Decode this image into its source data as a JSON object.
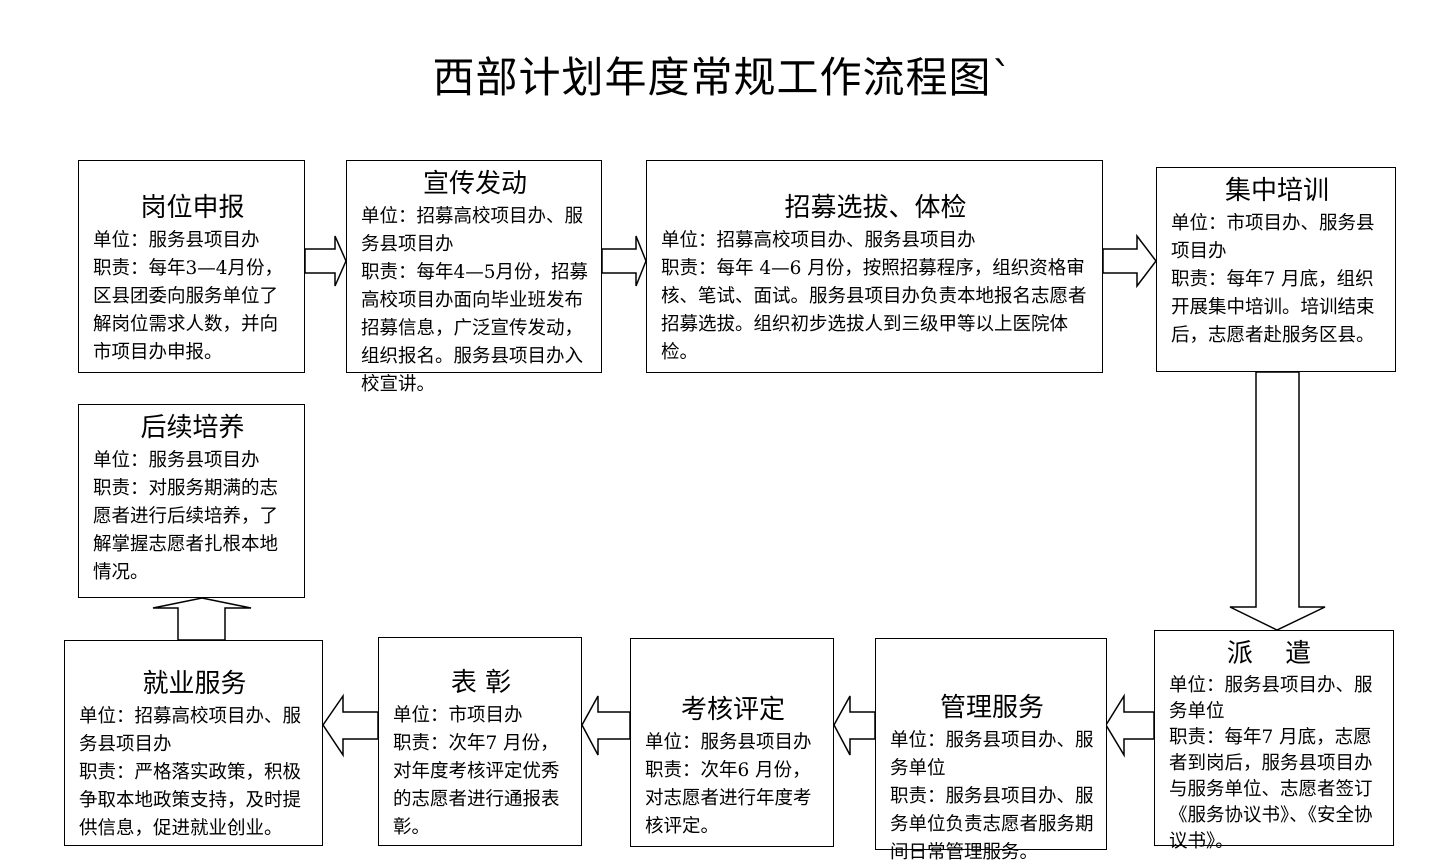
{
  "title": "西部计划年度常规工作流程图`",
  "steps": {
    "gangwei": {
      "title": "岗位申报",
      "unit": "单位：服务县项目办",
      "duty": "职责：每年3—4月份，区县团委向服务单位了解岗位需求人数，并向市项目办申报。"
    },
    "xuanchuan": {
      "title": "宣传发动",
      "unit": "单位：招募高校项目办、服务县项目办",
      "duty": "职责：每年4—5月份，招募高校项目办面向毕业班发布招募信息，广泛宣传发动，组织报名。服务县项目办入校宣讲。"
    },
    "zhaomu": {
      "title": "招募选拔、体检",
      "unit": "单位：招募高校项目办、服务县项目办",
      "duty": "职责：每年 4—6 月份，按照招募程序，组织资格审核、笔试、面试。服务县项目办负责本地报名志愿者招募选拔。组织初步选拔人到三级甲等以上医院体检。"
    },
    "peixun": {
      "title": "集中培训",
      "unit": "单位：市项目办、服务县项目办",
      "duty": "职责：每年7 月底，组织开展集中培训。培训结束后，志愿者赴服务区县。"
    },
    "paiqian": {
      "title": "派 遣",
      "unit": "单位：服务县项目办、服务单位",
      "duty": "职责：每年7 月底，志愿者到岗后，服务县项目办与服务单位、志愿者签订《服务协议书》、《安全协议书》。"
    },
    "guanli": {
      "title": "管理服务",
      "unit": "单位：服务县项目办、服务单位",
      "duty": "职责：服务县项目办、服务单位负责志愿者服务期间日常管理服务。"
    },
    "kaohe": {
      "title": "考核评定",
      "unit": "单位：服务县项目办",
      "duty": "职责：次年6 月份，对志愿者进行年度考核评定。"
    },
    "biaozhang": {
      "title": "表 彰",
      "unit": "单位：市项目办",
      "duty": "职责：次年7 月份，对年度考核评定优秀的志愿者进行通报表彰。"
    },
    "jiuye": {
      "title": "就业服务",
      "unit": "单位：招募高校项目办、服务县项目办",
      "duty": "职责：严格落实政策，积极争取本地政策支持，及时提供信息，促进就业创业。"
    },
    "houxu": {
      "title": "后续培养",
      "unit": "单位：服务县项目办",
      "duty": "职责：对服务期满的志愿者进行后续培养，了解掌握志愿者扎根本地情况。"
    }
  }
}
